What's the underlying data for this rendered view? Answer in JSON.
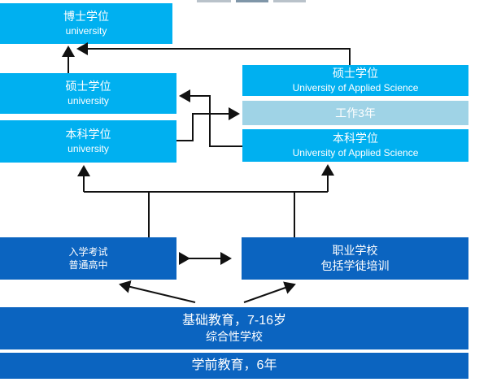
{
  "diagram": {
    "doctorate": {
      "line1": "博士学位",
      "line2": "university"
    },
    "master_uni": {
      "line1": "硕士学位",
      "line2": "university"
    },
    "bachelor_uni": {
      "line1": "本科学位",
      "line2": "university"
    },
    "master_uas": {
      "line1": "硕士学位",
      "line2": "University of Applied Science"
    },
    "work": {
      "line1": "工作3年"
    },
    "bachelor_uas": {
      "line1": "本科学位",
      "line2": "University of Applied Science"
    },
    "upper_secondary_general": {
      "line1": "入学考试",
      "line2": "普通高中"
    },
    "vocational": {
      "line1": "职业学校",
      "line2": "包括学徒培训"
    },
    "basic_education": {
      "line1": "基础教育，7-16岁",
      "line2": "综合性学校"
    },
    "preschool": {
      "line1": "学前教育，6年"
    }
  },
  "colors": {
    "light_blue": "#00b0f0",
    "pale_blue": "#9fd3e6",
    "dark_blue": "#0b64c0",
    "arrow": "#111111"
  }
}
